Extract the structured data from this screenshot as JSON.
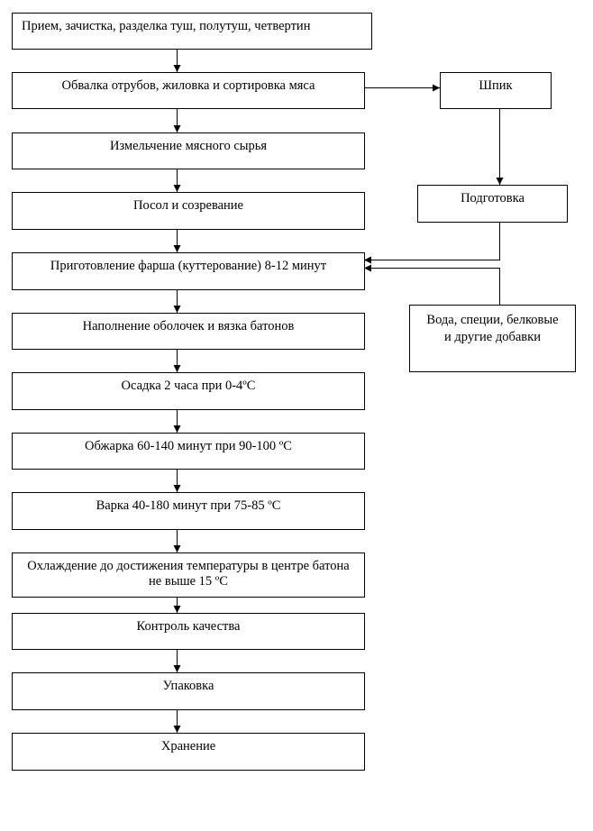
{
  "steps": [
    "Прием, зачистка, разделка туш, полутуш, четвертин",
    "Обвалка отрубов, жиловка и сортировка мяса",
    "Измельчение мясного сырья",
    "Посол и созревание",
    "Приготовление фарша (куттерование) 8-12 минут",
    "Наполнение оболочек и вязка батонов",
    "Осадка 2 часа при 0-4ºС",
    "Обжарка 60-140 минут при 90-100 ºС",
    "Варка 40-180 минут при 75-85 ºС",
    "Охлаждение до достижения температуры в центре батона не выше 15 ºС",
    "Контроль качества",
    "Упаковка",
    "Хранение"
  ],
  "side": {
    "fat": "Шпик",
    "prep": "Подготовка",
    "additives": "Вода, специи, белковые и другие добавки"
  }
}
